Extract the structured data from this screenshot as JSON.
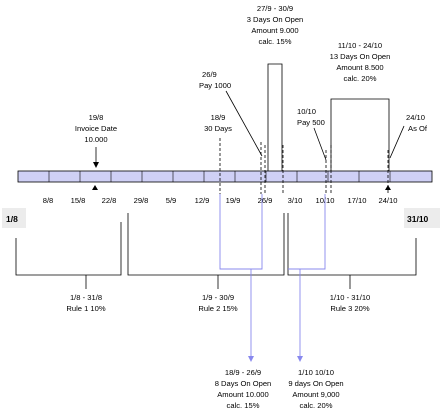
{
  "colors": {
    "bar_fill": "#cfd0f5",
    "bar_stroke": "#000000",
    "line": "#000000",
    "range_line": "#8888ee"
  },
  "timeline": {
    "start_label": "1/8",
    "end_label": "31/10",
    "ticks": [
      "8/8",
      "15/8",
      "22/8",
      "29/8",
      "5/9",
      "12/9",
      "19/9",
      "26/9",
      "3/10",
      "10/10",
      "17/10",
      "24/10"
    ]
  },
  "annotations": {
    "invoice": [
      "19/8",
      "Invoice Date",
      "10.000"
    ],
    "thirty_days": [
      "18/9",
      "30 Days"
    ],
    "pay1000": [
      "26/9",
      "Pay 1000"
    ],
    "open1": [
      "27/9 - 30/9",
      "3 Days On Open",
      "Amount 9.000",
      "calc. 15%"
    ],
    "pay500": [
      "10/10",
      "Pay 500"
    ],
    "open2": [
      "11/10 - 24/10",
      "13 Days On Open",
      "Amount 8.500",
      "calc. 20%"
    ],
    "asof": [
      "24/10",
      "As Of"
    ]
  },
  "rules": {
    "rule1": [
      "1/8 - 31/8",
      "Rule 1 10%"
    ],
    "rule2": [
      "1/9 - 30/9",
      "Rule 2 15%"
    ],
    "rule3": [
      "1/10 - 31/10",
      "Rule 3 20%"
    ]
  },
  "results": {
    "sept": [
      "18/9 - 26/9",
      "8 Days On Open",
      "Amount 10.000",
      "calc. 15%"
    ],
    "oct": [
      "1/10 10/10",
      "9 days On Open",
      "Amount 9,000",
      "calc. 20%"
    ]
  }
}
